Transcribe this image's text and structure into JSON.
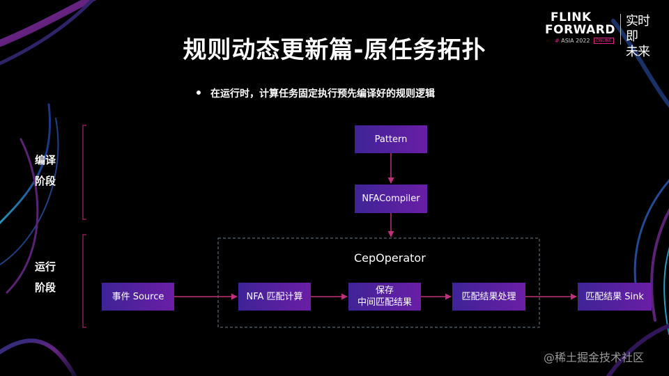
{
  "title": "规则动态更新篇-原任务拓扑",
  "bullet": "在运行时，计算任务固定执行预先编译好的规则逻辑",
  "logo": {
    "line1": "FLINK",
    "line2": "FORWARD",
    "prefix": "#",
    "event": "ASIA 2022",
    "badge": "ONLINE",
    "slogan1": "实时即",
    "slogan2": "未来"
  },
  "phases": {
    "compile": [
      "编译",
      "阶段"
    ],
    "runtime": [
      "运行",
      "阶段"
    ]
  },
  "nodes": {
    "pattern": "Pattern",
    "compiler": "NFACompiler",
    "source": "事件 Source",
    "nfa": "NFA 匹配计算",
    "save1": "保存",
    "save2": "中间匹配结果",
    "process": "匹配结果处理",
    "sink": "匹配结果 Sink"
  },
  "operator_label": "CepOperator",
  "watermark": "@稀土掘金技术社区",
  "colors": {
    "node_start": "#3e2496",
    "node_end": "#6a1ea6",
    "arrow": "#c0307c",
    "bracket": "#8a1e5a",
    "dashed": "#6f7e8a"
  }
}
